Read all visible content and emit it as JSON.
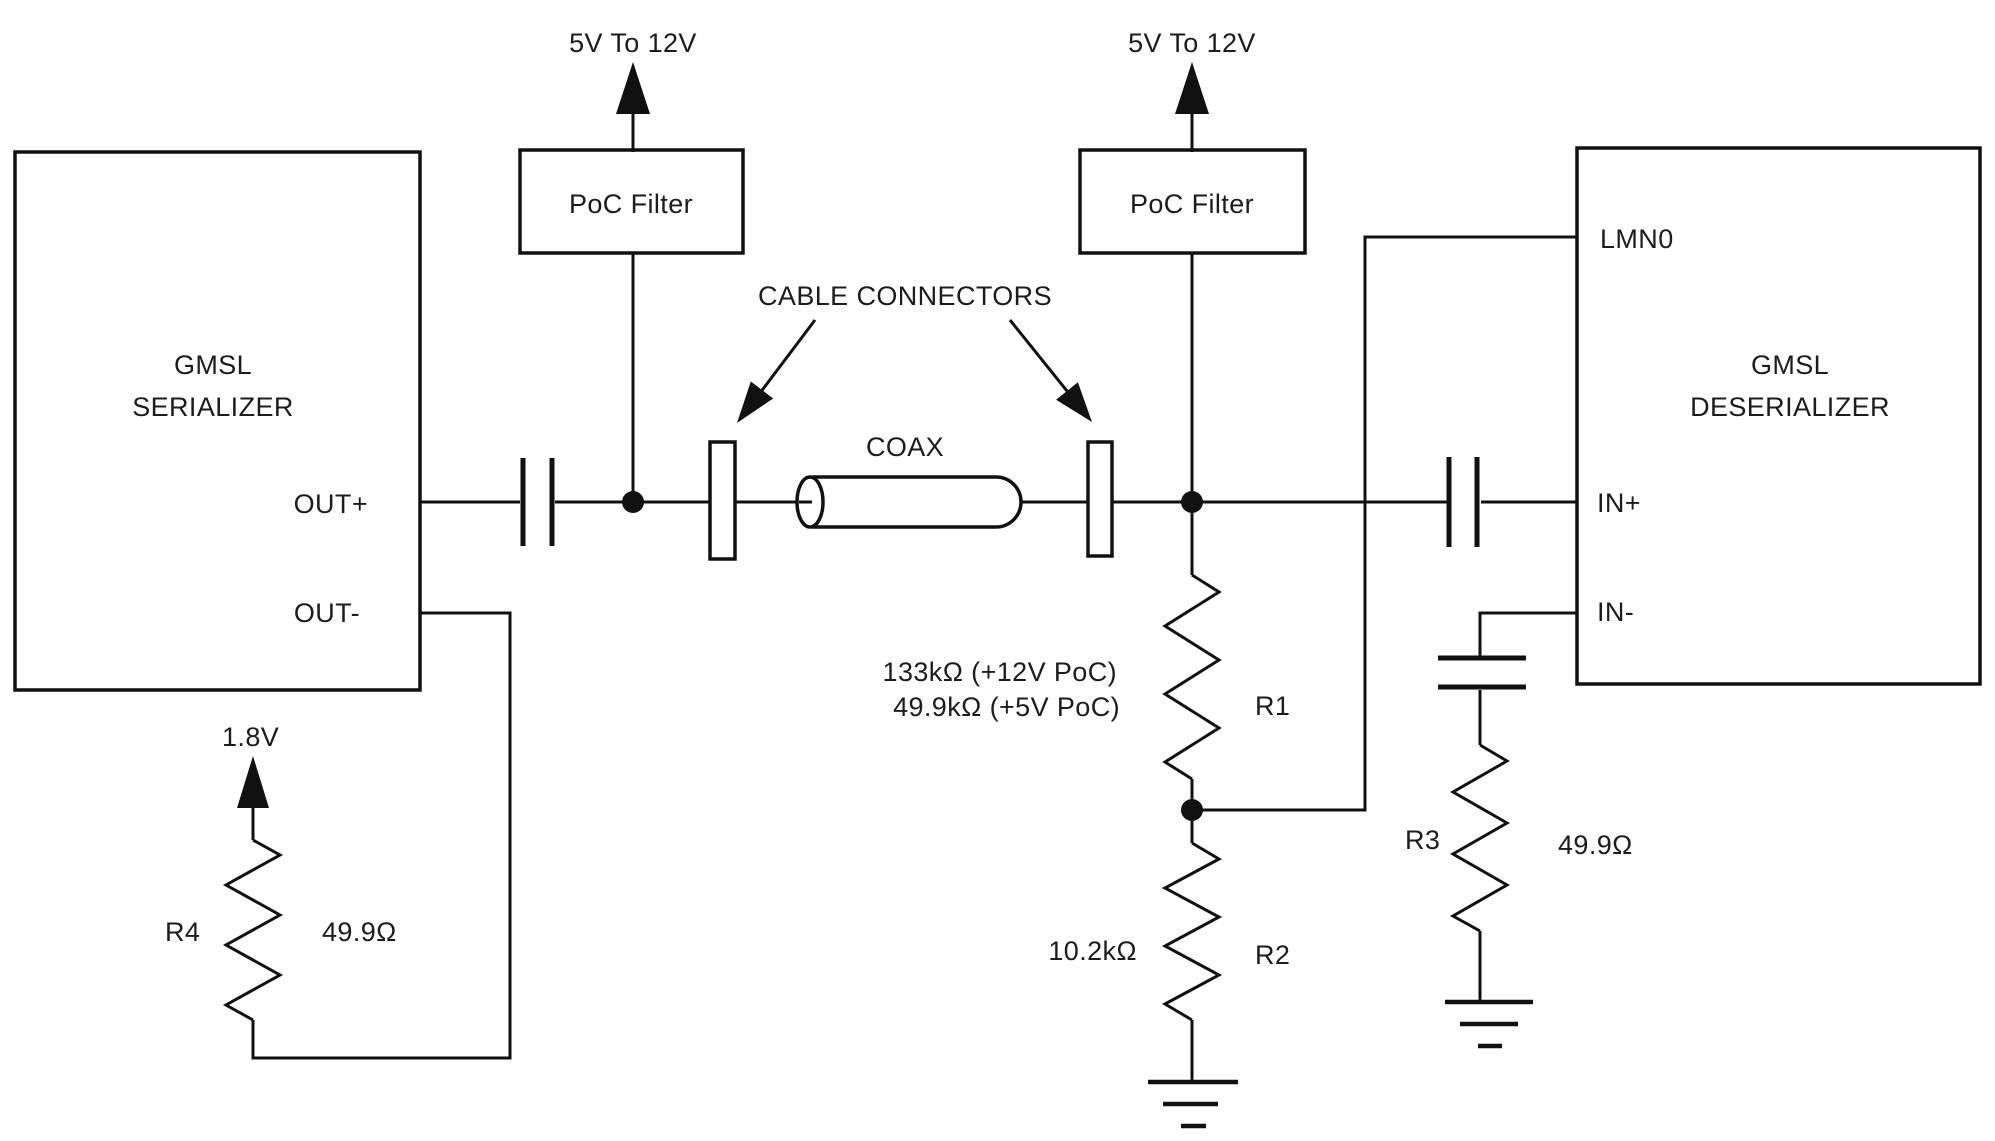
{
  "serializer": {
    "title_line1": "GMSL",
    "title_line2": "SERIALIZER",
    "pin_out_plus": "OUT+",
    "pin_out_minus": "OUT-"
  },
  "deserializer": {
    "title_line1": "GMSL",
    "title_line2": "DESERIALIZER",
    "pin_lmn0": "LMN0",
    "pin_in_plus": "IN+",
    "pin_in_minus": "IN-"
  },
  "poc_left": {
    "label": "PoC Filter",
    "supply": "5V To 12V"
  },
  "poc_right": {
    "label": "PoC Filter",
    "supply": "5V To 12V"
  },
  "labels": {
    "cable_connectors": "CABLE CONNECTORS",
    "coax": "COAX"
  },
  "r1": {
    "name": "R1",
    "value_12v": "133kΩ (+12V PoC)",
    "value_5v": "49.9kΩ (+5V PoC)"
  },
  "r2": {
    "name": "R2",
    "value": "10.2kΩ"
  },
  "r3": {
    "name": "R3",
    "value": "49.9Ω"
  },
  "r4": {
    "name": "R4",
    "value": "49.9Ω",
    "supply": "1.8V"
  },
  "colors": {
    "line": "#111111",
    "background": "#ffffff"
  }
}
